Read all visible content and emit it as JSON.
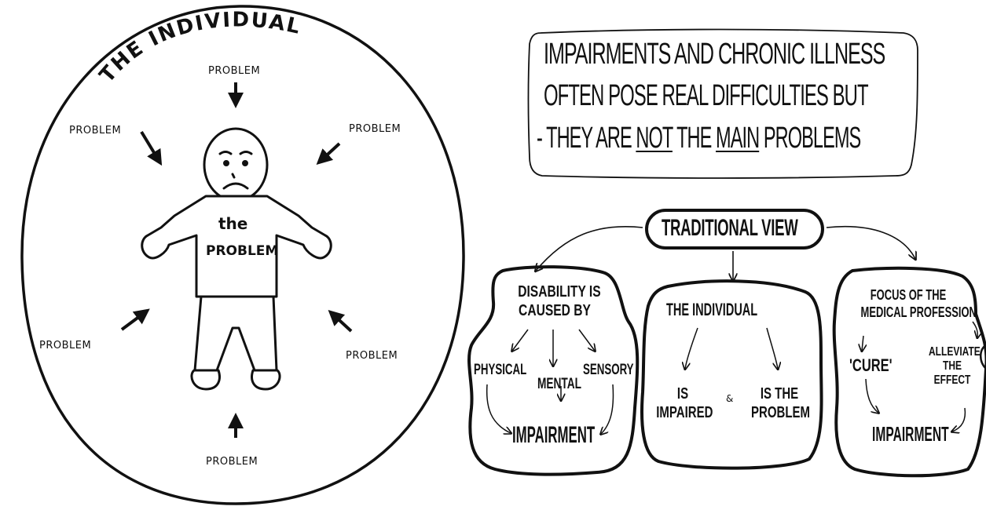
{
  "left_panel": {
    "circle_title": "THE INDIVIDUAL",
    "problem_label": "PROBLEM",
    "shirt_line1": "the",
    "shirt_line2": "PROBLEM"
  },
  "statement": {
    "line1": "IMPAIRMENTS AND CHRONIC ILLNESS",
    "line2": "OFTEN POSE REAL DIFFICULTIES BUT",
    "line3_prefix": "- THEY ARE",
    "line3_not": "NOT",
    "line3_the": "THE",
    "line3_main": "MAIN",
    "line3_suffix": "PROBLEMS"
  },
  "traditional_view": {
    "title": "TRADITIONAL VIEW",
    "left_box": {
      "heading_line1": "DISABILITY IS",
      "heading_line2": "CAUSED BY",
      "physical": "PHYSICAL",
      "mental": "MENTAL",
      "sensory": "SENSORY",
      "result": "IMPAIRMENT"
    },
    "middle_box": {
      "heading": "THE INDIVIDUAL",
      "left_line1": "IS",
      "left_line2": "IMPAIRED",
      "connector": "&",
      "right_line1": "IS THE",
      "right_line2": "PROBLEM"
    },
    "right_box": {
      "heading_line1": "FOCUS OF THE",
      "heading_line2": "MEDICAL PROFESSION",
      "cure": "'CURE'",
      "alleviate_line1": "ALLEVIATE",
      "alleviate_line2": "THE",
      "alleviate_line3": "EFFECT",
      "result": "IMPAIRMENT"
    }
  }
}
